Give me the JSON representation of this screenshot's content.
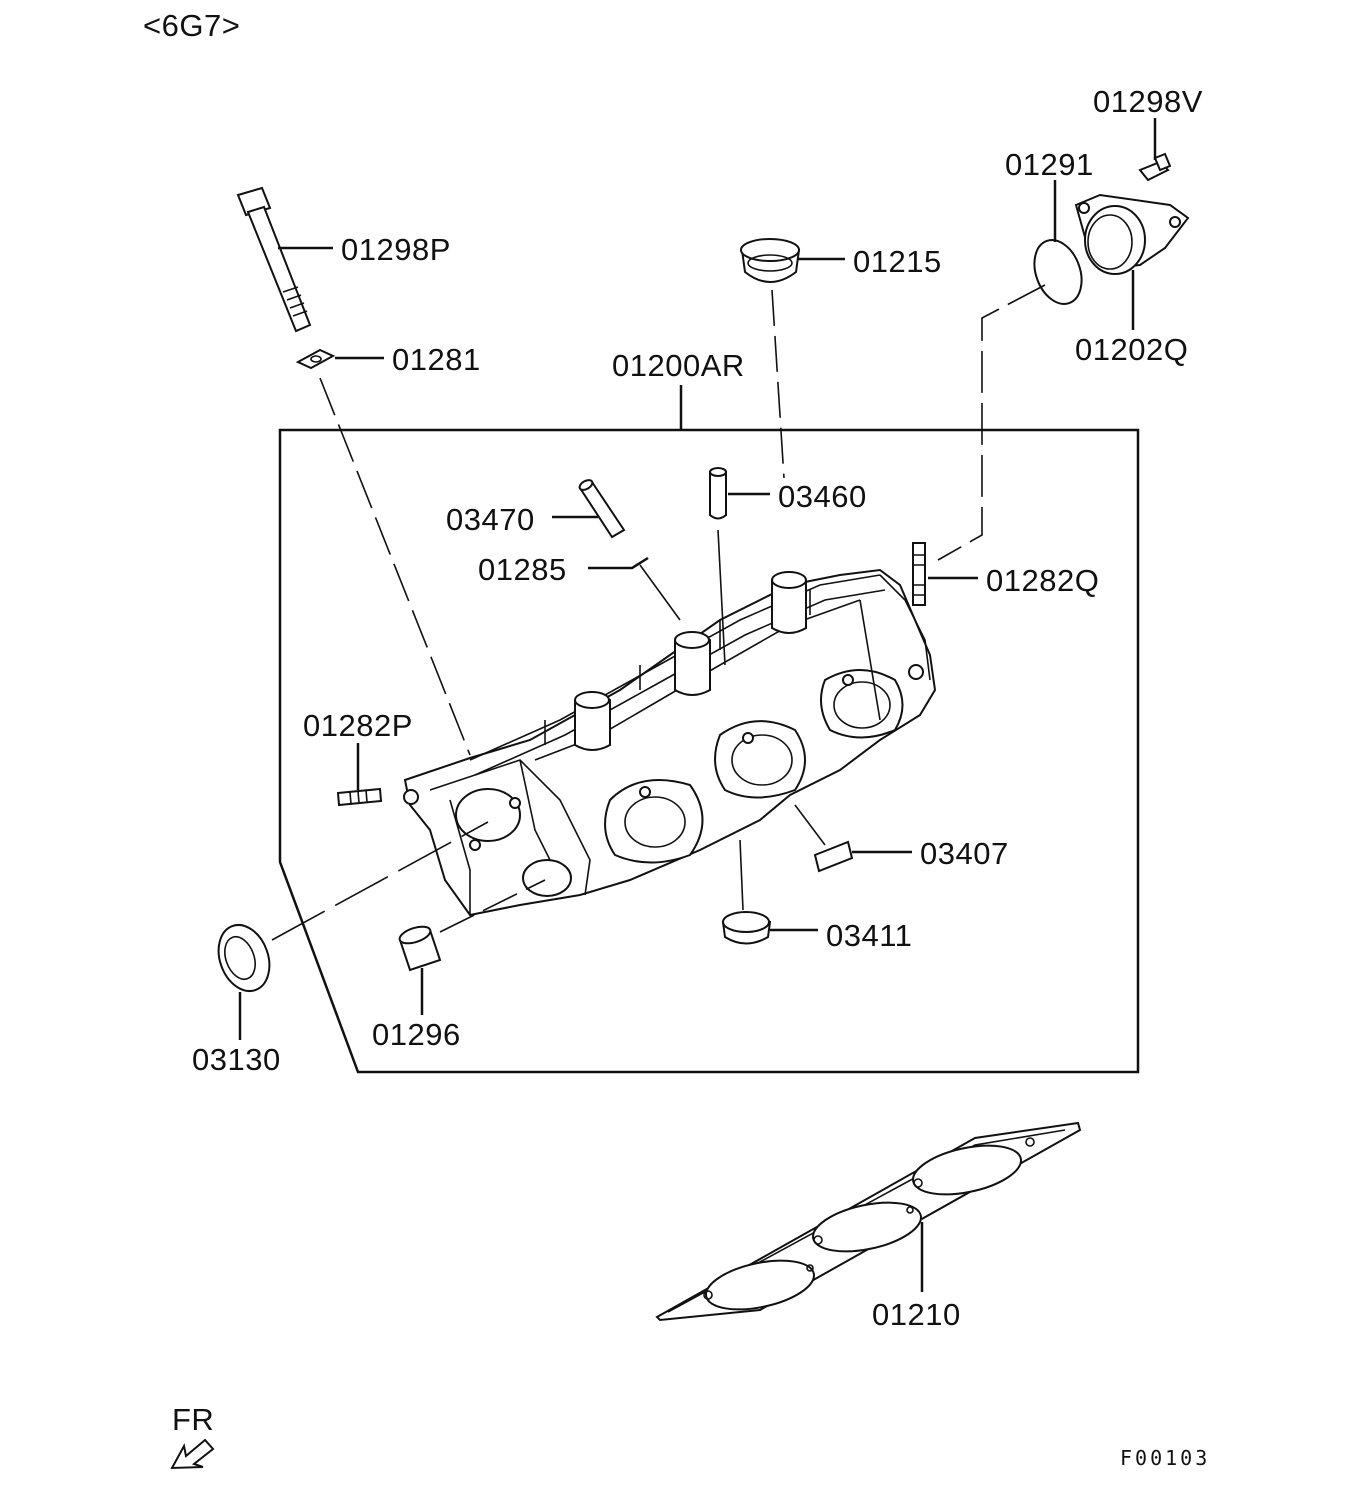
{
  "header": {
    "engine_code": "<6G7>"
  },
  "footer": {
    "direction": "FR",
    "figure_code": "F00103"
  },
  "parts": {
    "p01298V": "01298V",
    "p01291": "01291",
    "p01298P": "01298P",
    "p01215": "01215",
    "p01202Q": "01202Q",
    "p01281": "01281",
    "p01200AR": "01200AR",
    "p03460": "03460",
    "p03470": "03470",
    "p01285": "01285",
    "p01282Q": "01282Q",
    "p01282P": "01282P",
    "p03407": "03407",
    "p03411": "03411",
    "p03130": "03130",
    "p01296": "01296",
    "p01210": "01210"
  },
  "icons": {
    "front_arrow": "arrow-down-left-icon"
  }
}
